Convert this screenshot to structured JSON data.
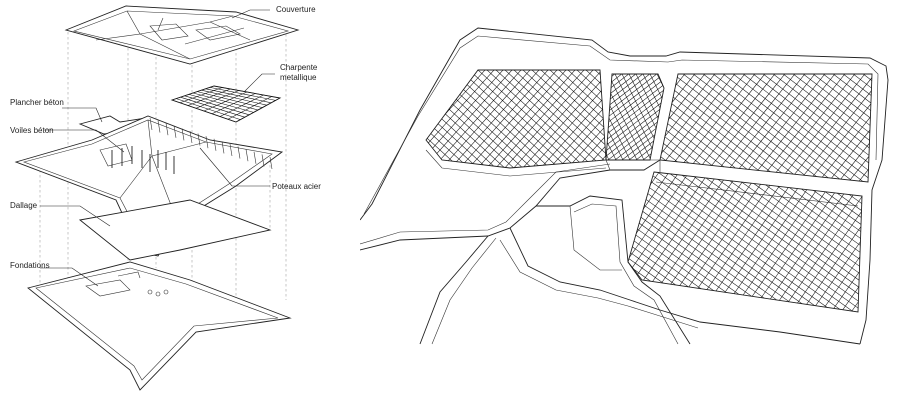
{
  "diagram": {
    "labels": {
      "couverture": "Couverture",
      "charpente_line1": "Charpente",
      "charpente_line2": "metallique",
      "plancher": "Plancher béton",
      "voiles": "Voiles béton",
      "poteaux": "Poteaux acier",
      "dallage": "Dallage",
      "fondations": "Fondations"
    }
  }
}
